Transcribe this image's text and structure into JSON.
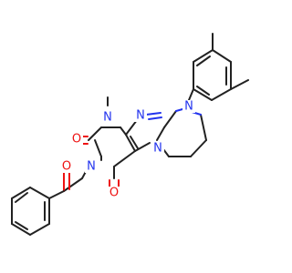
{
  "molecule": {
    "atom_labels": {
      "n_top_right": "N",
      "n_imine": "N",
      "n_methyl": "N",
      "n_imidazole": "N",
      "n_imide": "N",
      "o_upper": "O",
      "o_lower": "O",
      "o_ketone": "O"
    }
  },
  "colors": {
    "carbon": "#222222",
    "nitrogen": "#2233ee",
    "oxygen": "#ee1111"
  }
}
